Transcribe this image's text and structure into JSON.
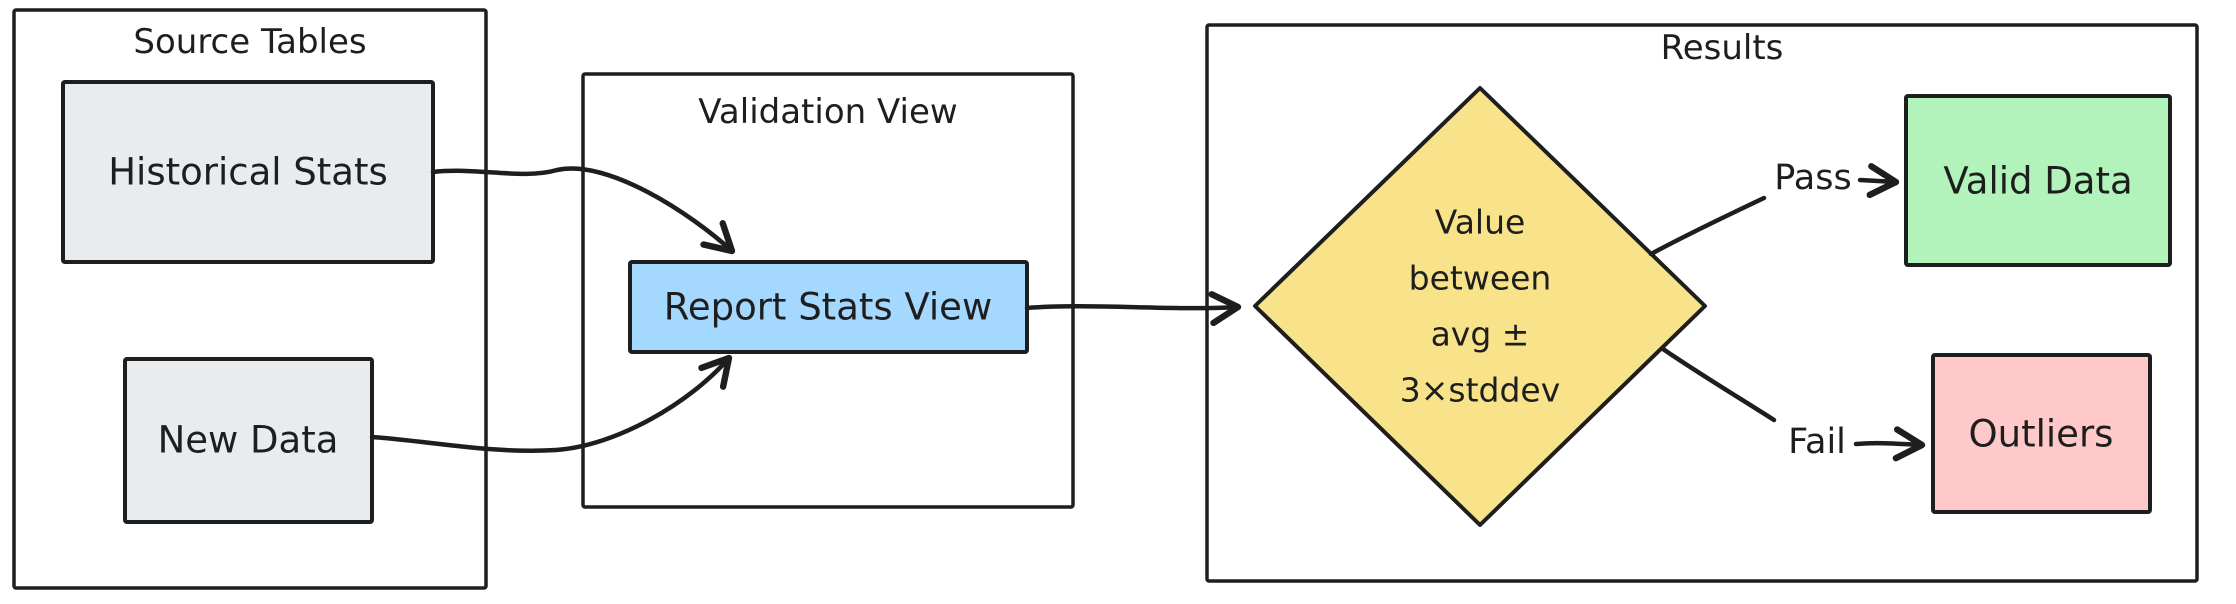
{
  "diagram": {
    "containers": {
      "source": {
        "title": "Source Tables"
      },
      "validation": {
        "title": "Validation View"
      },
      "results": {
        "title": "Results"
      }
    },
    "nodes": {
      "historical": {
        "label": "Historical Stats",
        "fill": "#e9ecef"
      },
      "new_data": {
        "label": "New Data",
        "fill": "#e9ecef"
      },
      "report": {
        "label": "Report Stats View",
        "fill": "#a5d8ff"
      },
      "decision": {
        "lines": [
          "Value",
          "between",
          "avg ±",
          "3×stddev"
        ],
        "fill": "#f9e38a"
      },
      "valid": {
        "label": "Valid Data",
        "fill": "#b2f2bb"
      },
      "outliers": {
        "label": "Outliers",
        "fill": "#ffc9c9"
      }
    },
    "edges": {
      "pass_label": "Pass",
      "fail_label": "Fail"
    },
    "colors": {
      "stroke": "#1e1e1e"
    }
  }
}
